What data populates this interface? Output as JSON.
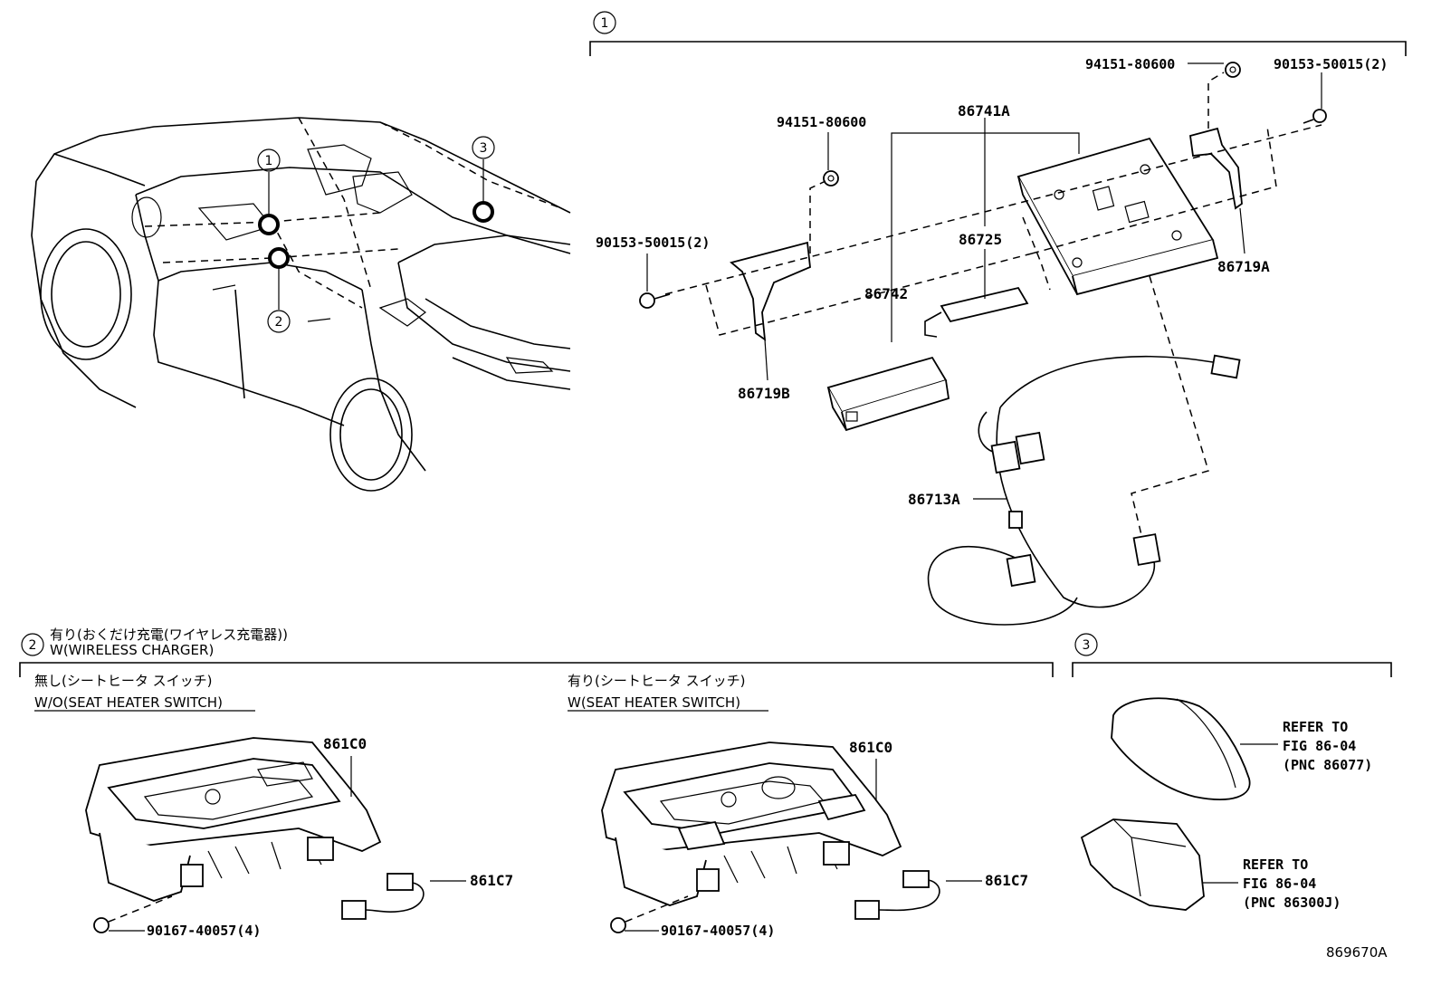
{
  "callouts": {
    "c1": "1",
    "c2": "2",
    "c3": "3"
  },
  "section1": {
    "parts": {
      "p94151_top": "94151-80600",
      "p90153_top": "90153-50015(2)",
      "p94151_mid": "94151-80600",
      "p86741A": "86741A",
      "p90153_left": "90153-50015(2)",
      "p86725": "86725",
      "p86719A": "86719A",
      "p86742": "86742",
      "p86719B": "86719B",
      "p86713A": "86713A"
    }
  },
  "section2": {
    "title_jp": "有り(おくだけ充電(ワイヤレス充電器))",
    "title_en": "W(WIRELESS CHARGER)",
    "left": {
      "caption_jp": "無し(シートヒータ スイッチ)",
      "caption_en": "W/O(SEAT HEATER SWITCH)",
      "p861C0": "861C0",
      "p861C7": "861C7",
      "p90167": "90167-40057(4)"
    },
    "right": {
      "caption_jp": "有り(シートヒータ スイッチ)",
      "caption_en": "W(SEAT HEATER SWITCH)",
      "p861C0": "861C0",
      "p861C7": "861C7",
      "p90167": "90167-40057(4)"
    }
  },
  "section3": {
    "ref1": [
      "REFER TO",
      "FIG 86-04",
      "(PNC 86077)"
    ],
    "ref2": [
      "REFER TO",
      "FIG 86-04",
      "(PNC 86300J)"
    ]
  },
  "figure_id": "869670A"
}
